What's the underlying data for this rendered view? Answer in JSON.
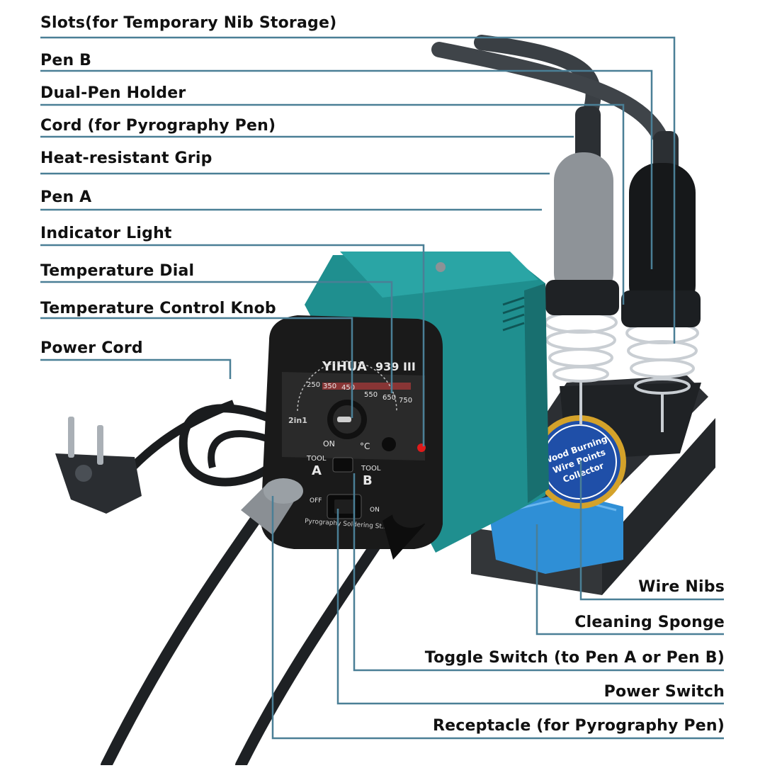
{
  "labels": {
    "slots": "Slots(for Temporary Nib Storage)",
    "pen_b": "Pen B",
    "dual_pen_holder": "Dual-Pen Holder",
    "cord": "Cord (for Pyrography Pen)",
    "grip": "Heat-resistant Grip",
    "pen_a": "Pen A",
    "indicator_light": "Indicator Light",
    "temperature_dial": "Temperature Dial",
    "temperature_knob": "Temperature Control Knob",
    "power_cord": "Power Cord",
    "wire_nibs": "Wire Nibs",
    "cleaning_sponge": "Cleaning Sponge",
    "toggle_switch": "Toggle Switch (to Pen A or Pen B)",
    "power_switch": "Power Switch",
    "receptacle": "Receptacle (for Pyrography Pen)"
  },
  "device": {
    "brand": "YIHUA",
    "model": "939 III",
    "badge": "2in1",
    "scale": [
      "250",
      "350",
      "450",
      "550",
      "650",
      "750"
    ],
    "on_label": "ON",
    "unit": "°C",
    "tool_label": "TOOL",
    "tool_a": "A",
    "tool_b": "B",
    "off_label": "OFF",
    "panel_text": "Pyrography Soldering St..."
  },
  "collector": {
    "line1": "Wood Burning",
    "line2": "Wire Points",
    "line3": "Collector"
  },
  "colors": {
    "leader_line": "#4a7f96",
    "body_teal": "#1f8f8f",
    "front_black": "#1a1a1a",
    "sponge_blue": "#2f8fd6",
    "collector_gold": "#d4a22a",
    "collector_blue": "#1f4fa8",
    "indicator_red": "#e01a1a"
  }
}
